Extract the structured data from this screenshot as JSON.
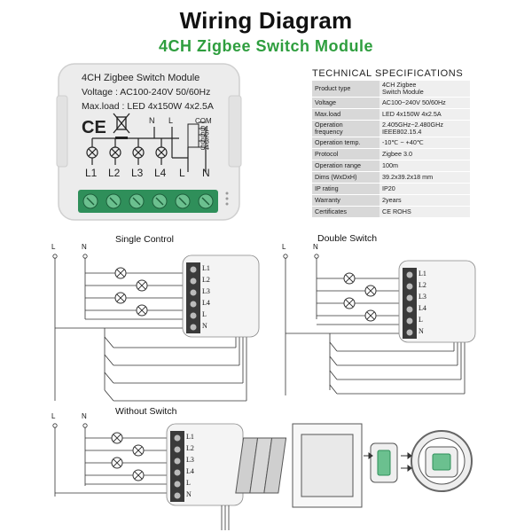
{
  "header": {
    "title": "Wiring Diagram",
    "subtitle": "4CH Zigbee Switch Module"
  },
  "module": {
    "name": "4CH Zigbee Switch Module",
    "voltage": "Voltage : AC100-240V 50/60Hz",
    "max_load": "Max.load : LED 4x150W  4x2.5A",
    "input_labels": [
      "N",
      "L"
    ],
    "switch_labels": [
      "COM",
      "S1",
      "S2",
      "S3",
      "S4"
    ],
    "terminal_labels": [
      "L1",
      "L2",
      "L3",
      "L4",
      "L",
      "N"
    ]
  },
  "specs": {
    "heading": "TECHNICAL SPECIFICATIONS",
    "rows": [
      {
        "label": "Product type",
        "value": "4CH Zigbee\nSwitch Module"
      },
      {
        "label": "Voltage",
        "value": "AC100~240V 50/60Hz"
      },
      {
        "label": "Max.load",
        "value": "LED 4x150W  4x2.5A"
      },
      {
        "label": "Operation\nfrequency",
        "value": "2.405GHz~2.480GHz\nIEEE802.15.4"
      },
      {
        "label": "Operation temp.",
        "value": "-10℃ ~ +40℃"
      },
      {
        "label": "Protocol",
        "value": "Zigbee  3.0"
      },
      {
        "label": "Operation range",
        "value": "100m"
      },
      {
        "label": "Dims (WxDxH)",
        "value": "39.2x39.2x18 mm"
      },
      {
        "label": "IP rating",
        "value": "IP20"
      },
      {
        "label": "Warranty",
        "value": "2years"
      },
      {
        "label": "Certificates",
        "value": "CE ROHS"
      }
    ]
  },
  "diagrams": {
    "single_control": "Single Control",
    "double_switch": "Double Switch",
    "without_switch": "Without Switch",
    "line_label": "L",
    "neutral_label": "N",
    "module_terminals": [
      "L1",
      "L2",
      "L3",
      "L4",
      "L",
      "N"
    ]
  },
  "colors": {
    "accent_green": "#2e9e3e",
    "terminal_green": "#2f8f5a",
    "module_body": "#ececec"
  }
}
